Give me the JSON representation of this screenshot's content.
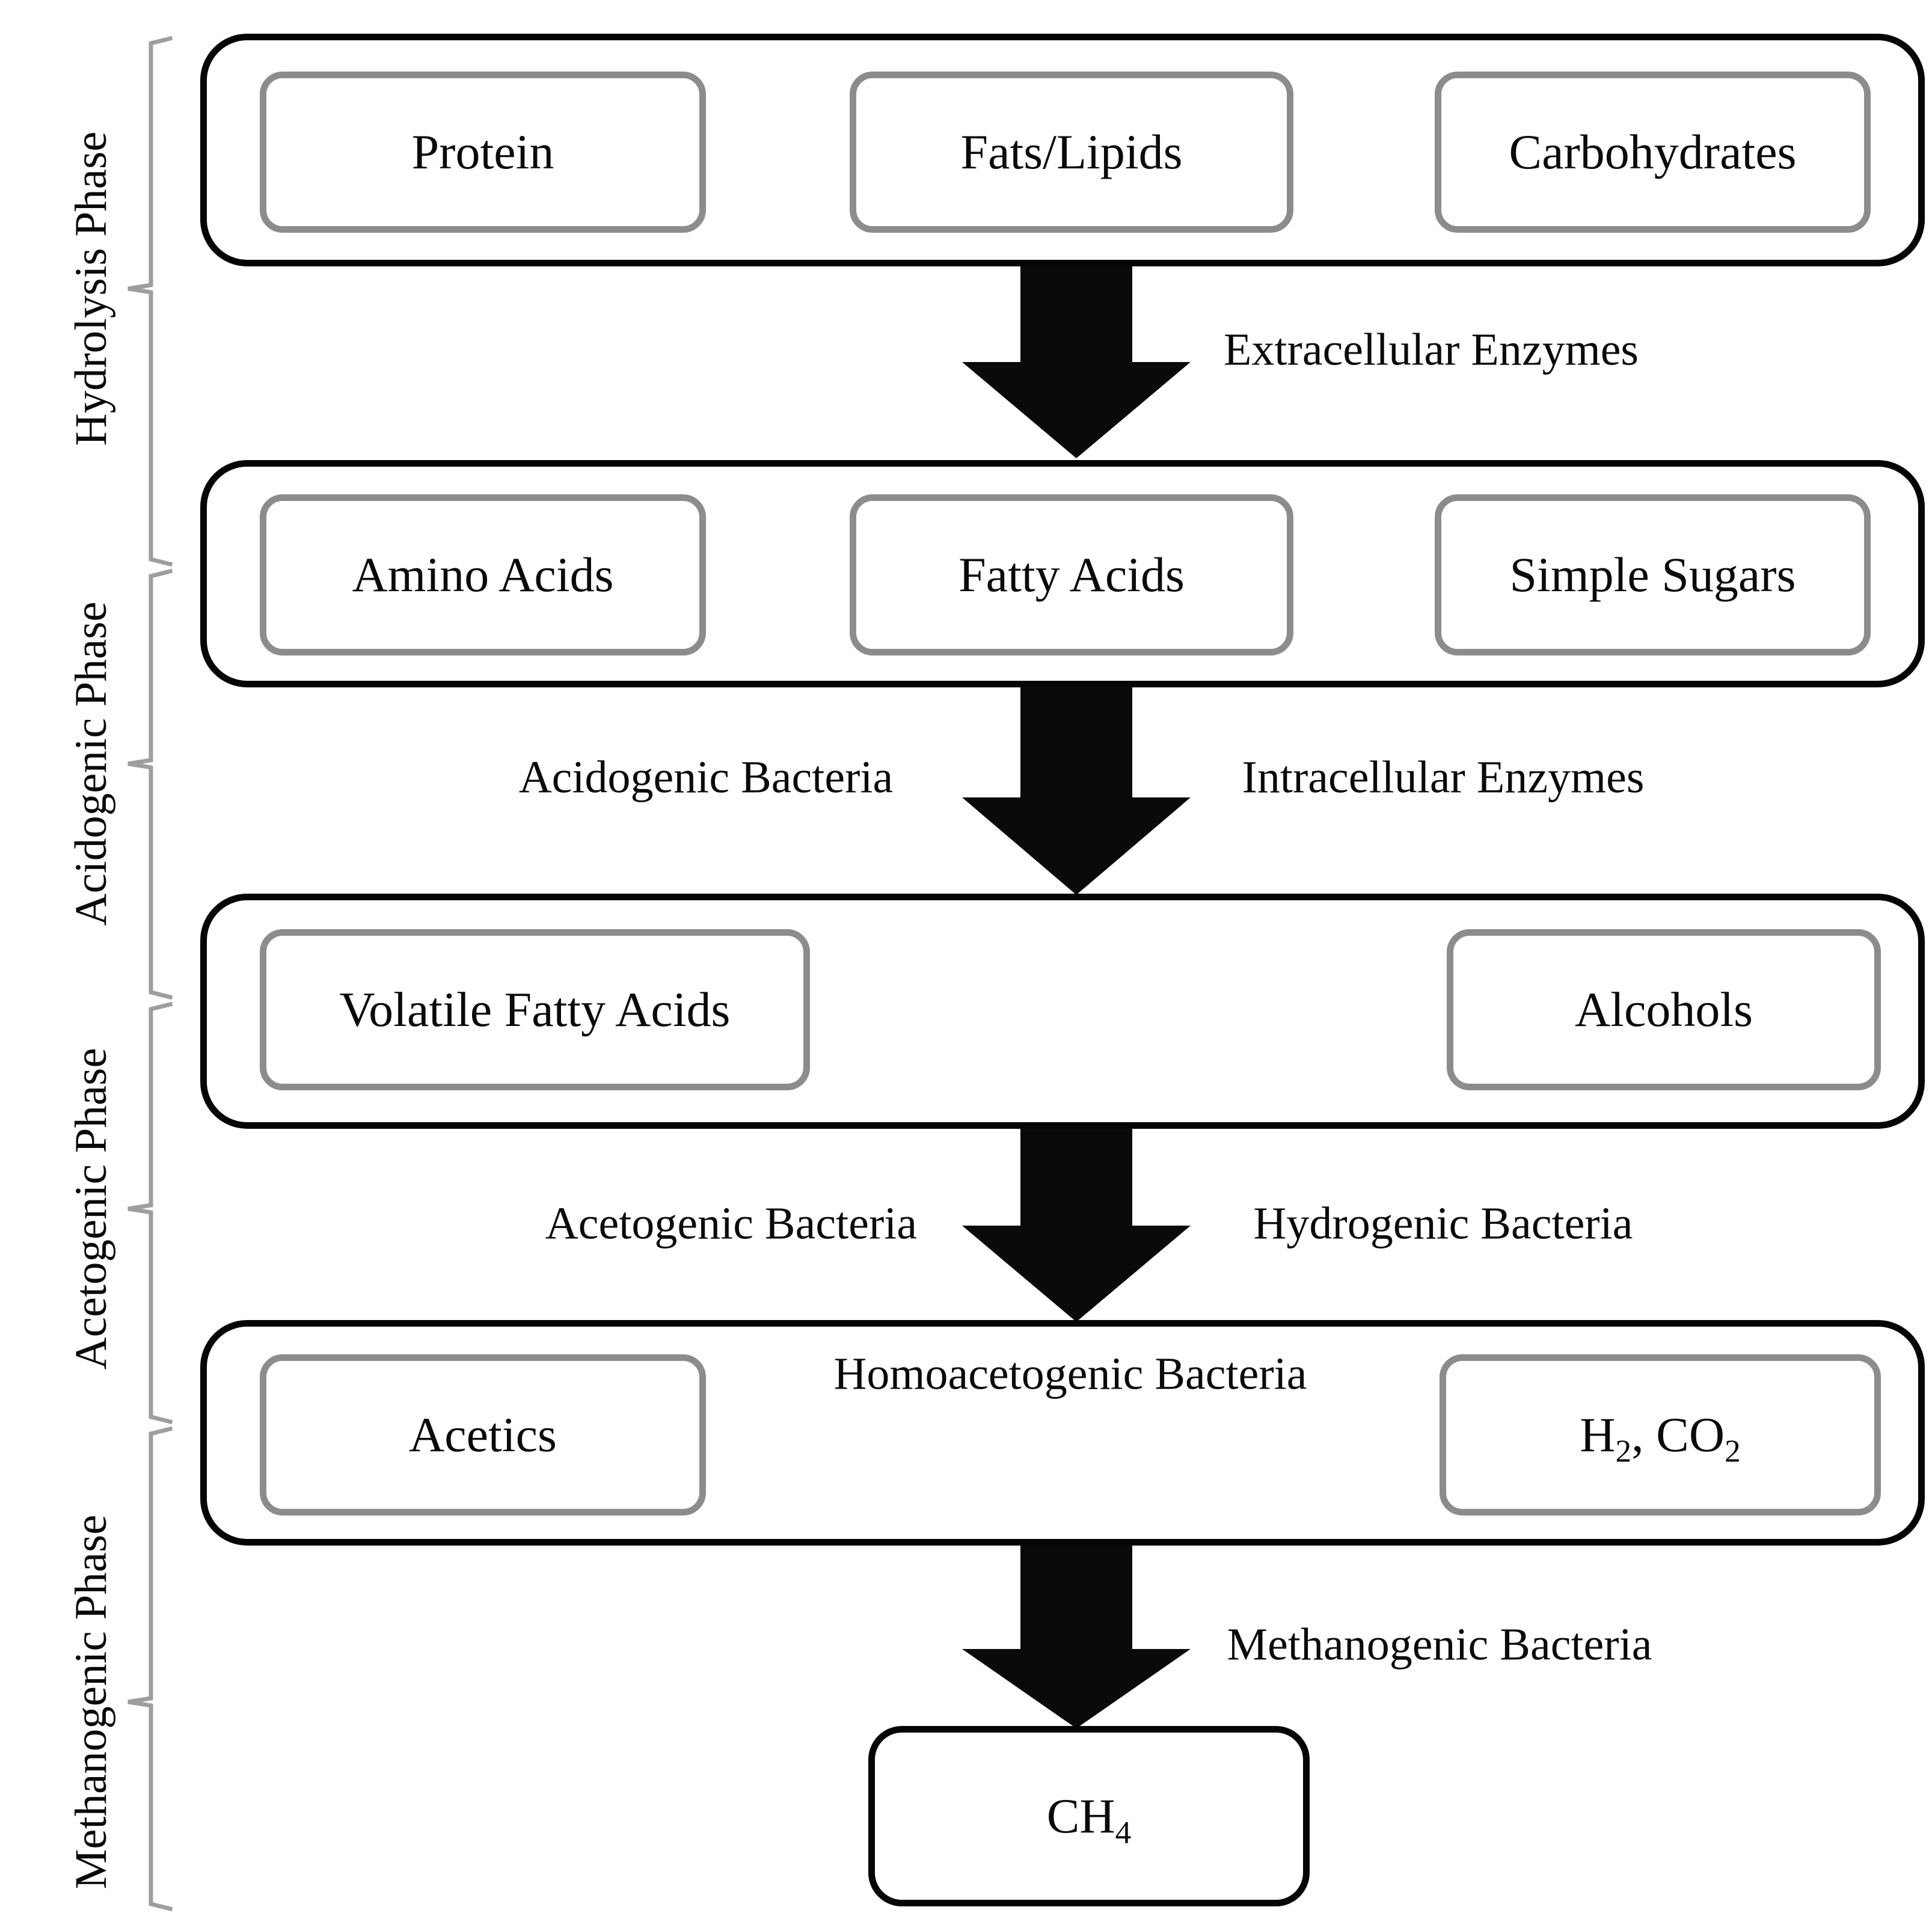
{
  "diagram": {
    "phases": [
      {
        "label": "Hydrolysis Phase"
      },
      {
        "label": "Acidogenic Phase"
      },
      {
        "label": "Acetogenic Phase"
      },
      {
        "label": "Methanogenic Phase"
      }
    ],
    "rows": [
      {
        "boxes": [
          {
            "label": "Protein"
          },
          {
            "label": "Fats/Lipids"
          },
          {
            "label": "Carbohydrates"
          }
        ]
      },
      {
        "boxes": [
          {
            "label": "Amino Acids"
          },
          {
            "label": "Fatty Acids"
          },
          {
            "label": "Simple Sugars"
          }
        ]
      },
      {
        "boxes": [
          {
            "label": "Volatile Fatty Acids"
          },
          {
            "label": "Alcohols"
          }
        ]
      },
      {
        "boxes": [
          {
            "label": "Acetics"
          },
          {
            "base1": "H",
            "sub1": "2",
            "base2": ", CO",
            "sub2": "2"
          }
        ]
      }
    ],
    "annotations": {
      "extracellular_enzymes": "Extracellular Enzymes",
      "acidogenic_bacteria": "Acidogenic Bacteria",
      "intracellular_enzymes": "Intracellular Enzymes",
      "acetogenic_bacteria": "Acetogenic Bacteria",
      "hydrogenic_bacteria": "Hydrogenic Bacteria",
      "homoacetogenic_bacteria": "Homoacetogenic Bacteria",
      "methanogenic_bacteria": "Methanogenic Bacteria"
    },
    "final_product": {
      "base": "CH",
      "sub": "4"
    },
    "colors": {
      "arrow": "#0a0a0a",
      "outer_border": "#050505",
      "inner_border": "#8c8c8c",
      "brace": "#9e9e9e"
    }
  }
}
